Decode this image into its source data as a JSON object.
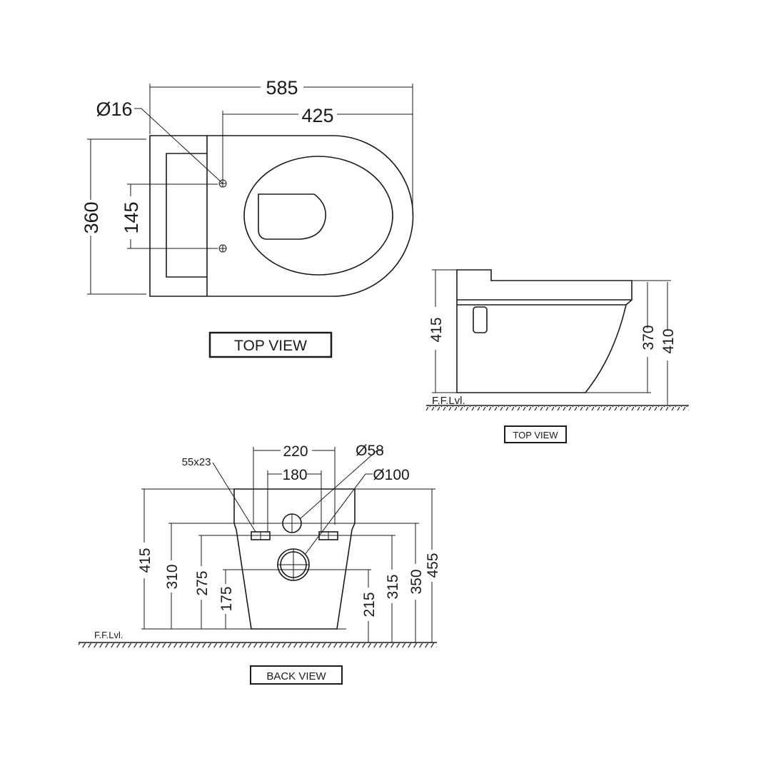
{
  "top_view": {
    "label": "TOP VIEW",
    "overall_length": "585",
    "hole_to_front": "425",
    "hole_diameter": "Ø16",
    "overall_width": "360",
    "hole_spacing": "145"
  },
  "side_view": {
    "label": "TOP VIEW",
    "total_height": "415",
    "rim_height": "370",
    "rim_height_floor": "410",
    "floor_label": "F.F.Lvl."
  },
  "back_view": {
    "label": "BACK VIEW",
    "slot_size": "55x23",
    "outer_spacing": "220",
    "inner_spacing": "180",
    "inlet_diameter": "Ø58",
    "outlet_diameter": "Ø100",
    "dims": [
      "415",
      "310",
      "275",
      "175",
      "215",
      "315",
      "350",
      "455"
    ],
    "floor_label": "F.F.Lvl."
  }
}
